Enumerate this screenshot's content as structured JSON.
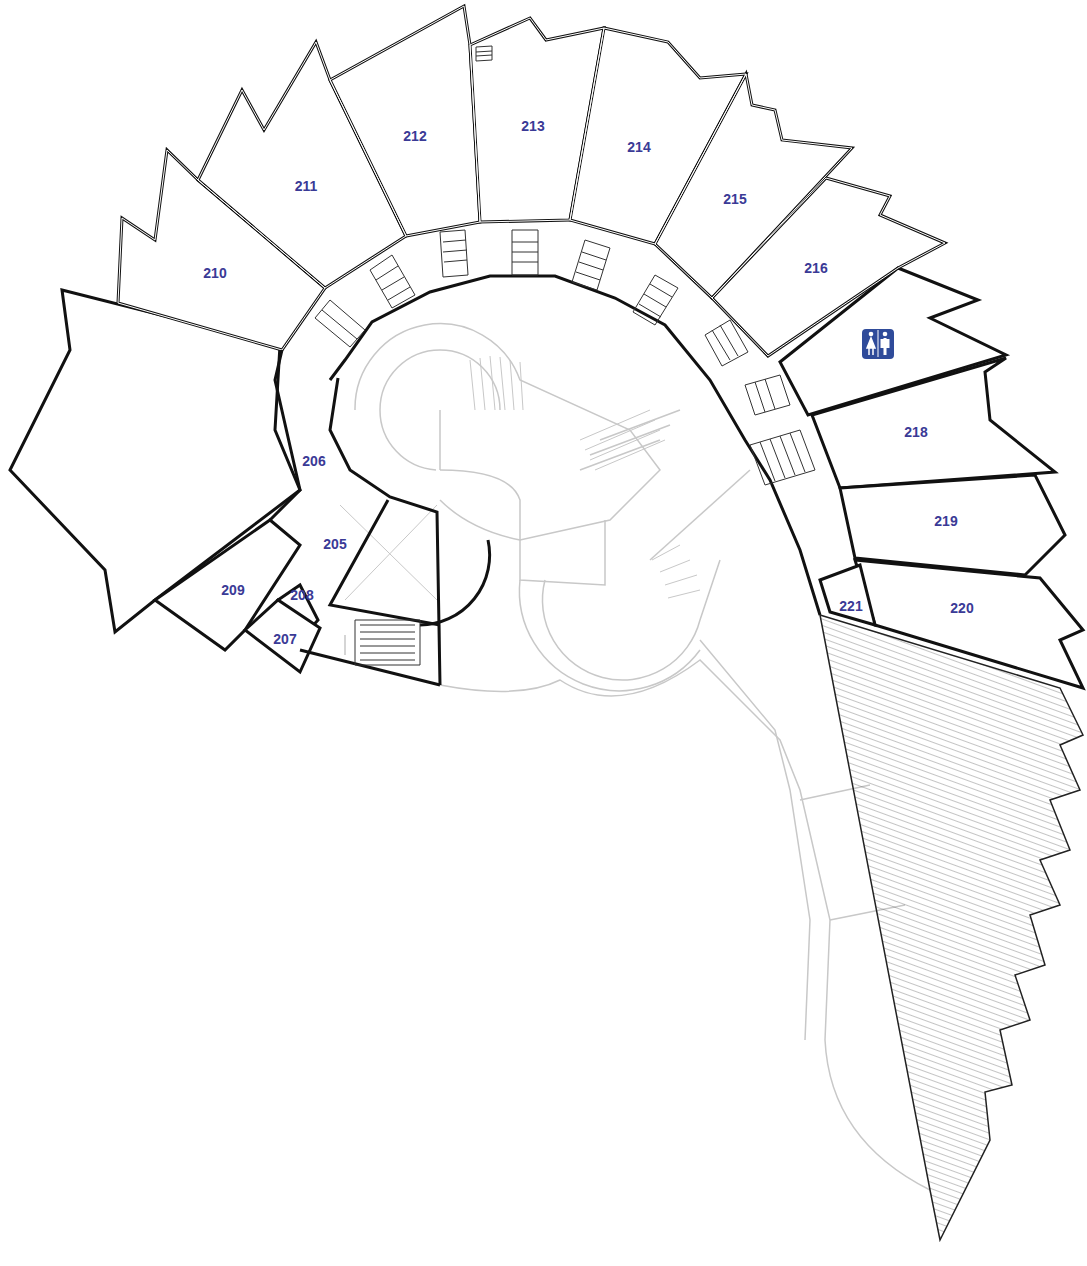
{
  "diagram": {
    "nodes": [
      {
        "text": [
          "205"
        ]
      },
      {
        "text": [
          "206"
        ]
      },
      {
        "text": [
          "207"
        ]
      },
      {
        "text": [
          "208"
        ]
      },
      {
        "text": [
          "209"
        ]
      },
      {
        "text": [
          "210"
        ]
      },
      {
        "text": [
          "211"
        ]
      },
      {
        "text": [
          "212"
        ]
      },
      {
        "text": [
          "213"
        ]
      },
      {
        "text": [
          "214"
        ]
      },
      {
        "text": [
          "215"
        ]
      },
      {
        "text": [
          "216"
        ]
      },
      {
        "text": [
          "218"
        ]
      },
      {
        "text": [
          "219"
        ]
      },
      {
        "text": [
          "220"
        ]
      },
      {
        "text": [
          "221"
        ]
      }
    ]
  }
}
